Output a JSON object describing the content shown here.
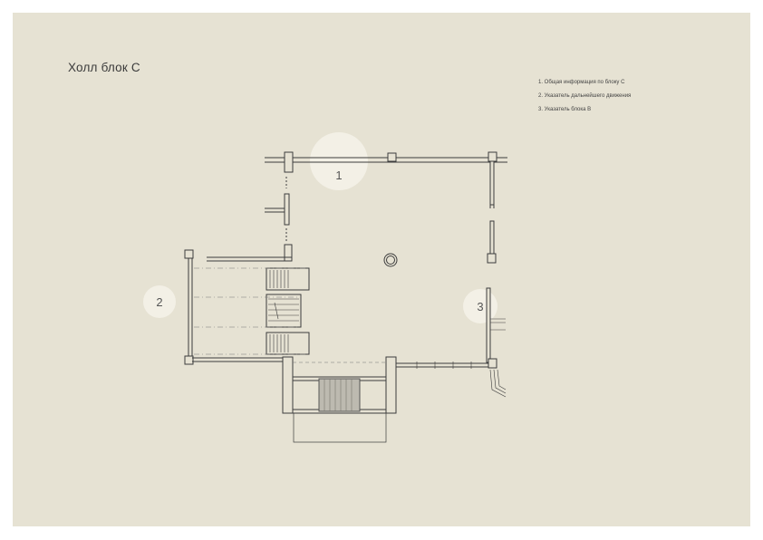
{
  "title": "Холл блок С",
  "legend": [
    "1. Общая информация по блоку С",
    "2. Указатель дальнейшего движения",
    "3. Указатель блока В"
  ],
  "markers": [
    "1",
    "2",
    "3"
  ],
  "colors": {
    "sheet": "#e6e2d3",
    "marker": "#f3f0e6",
    "line": "#3c3c3c"
  }
}
